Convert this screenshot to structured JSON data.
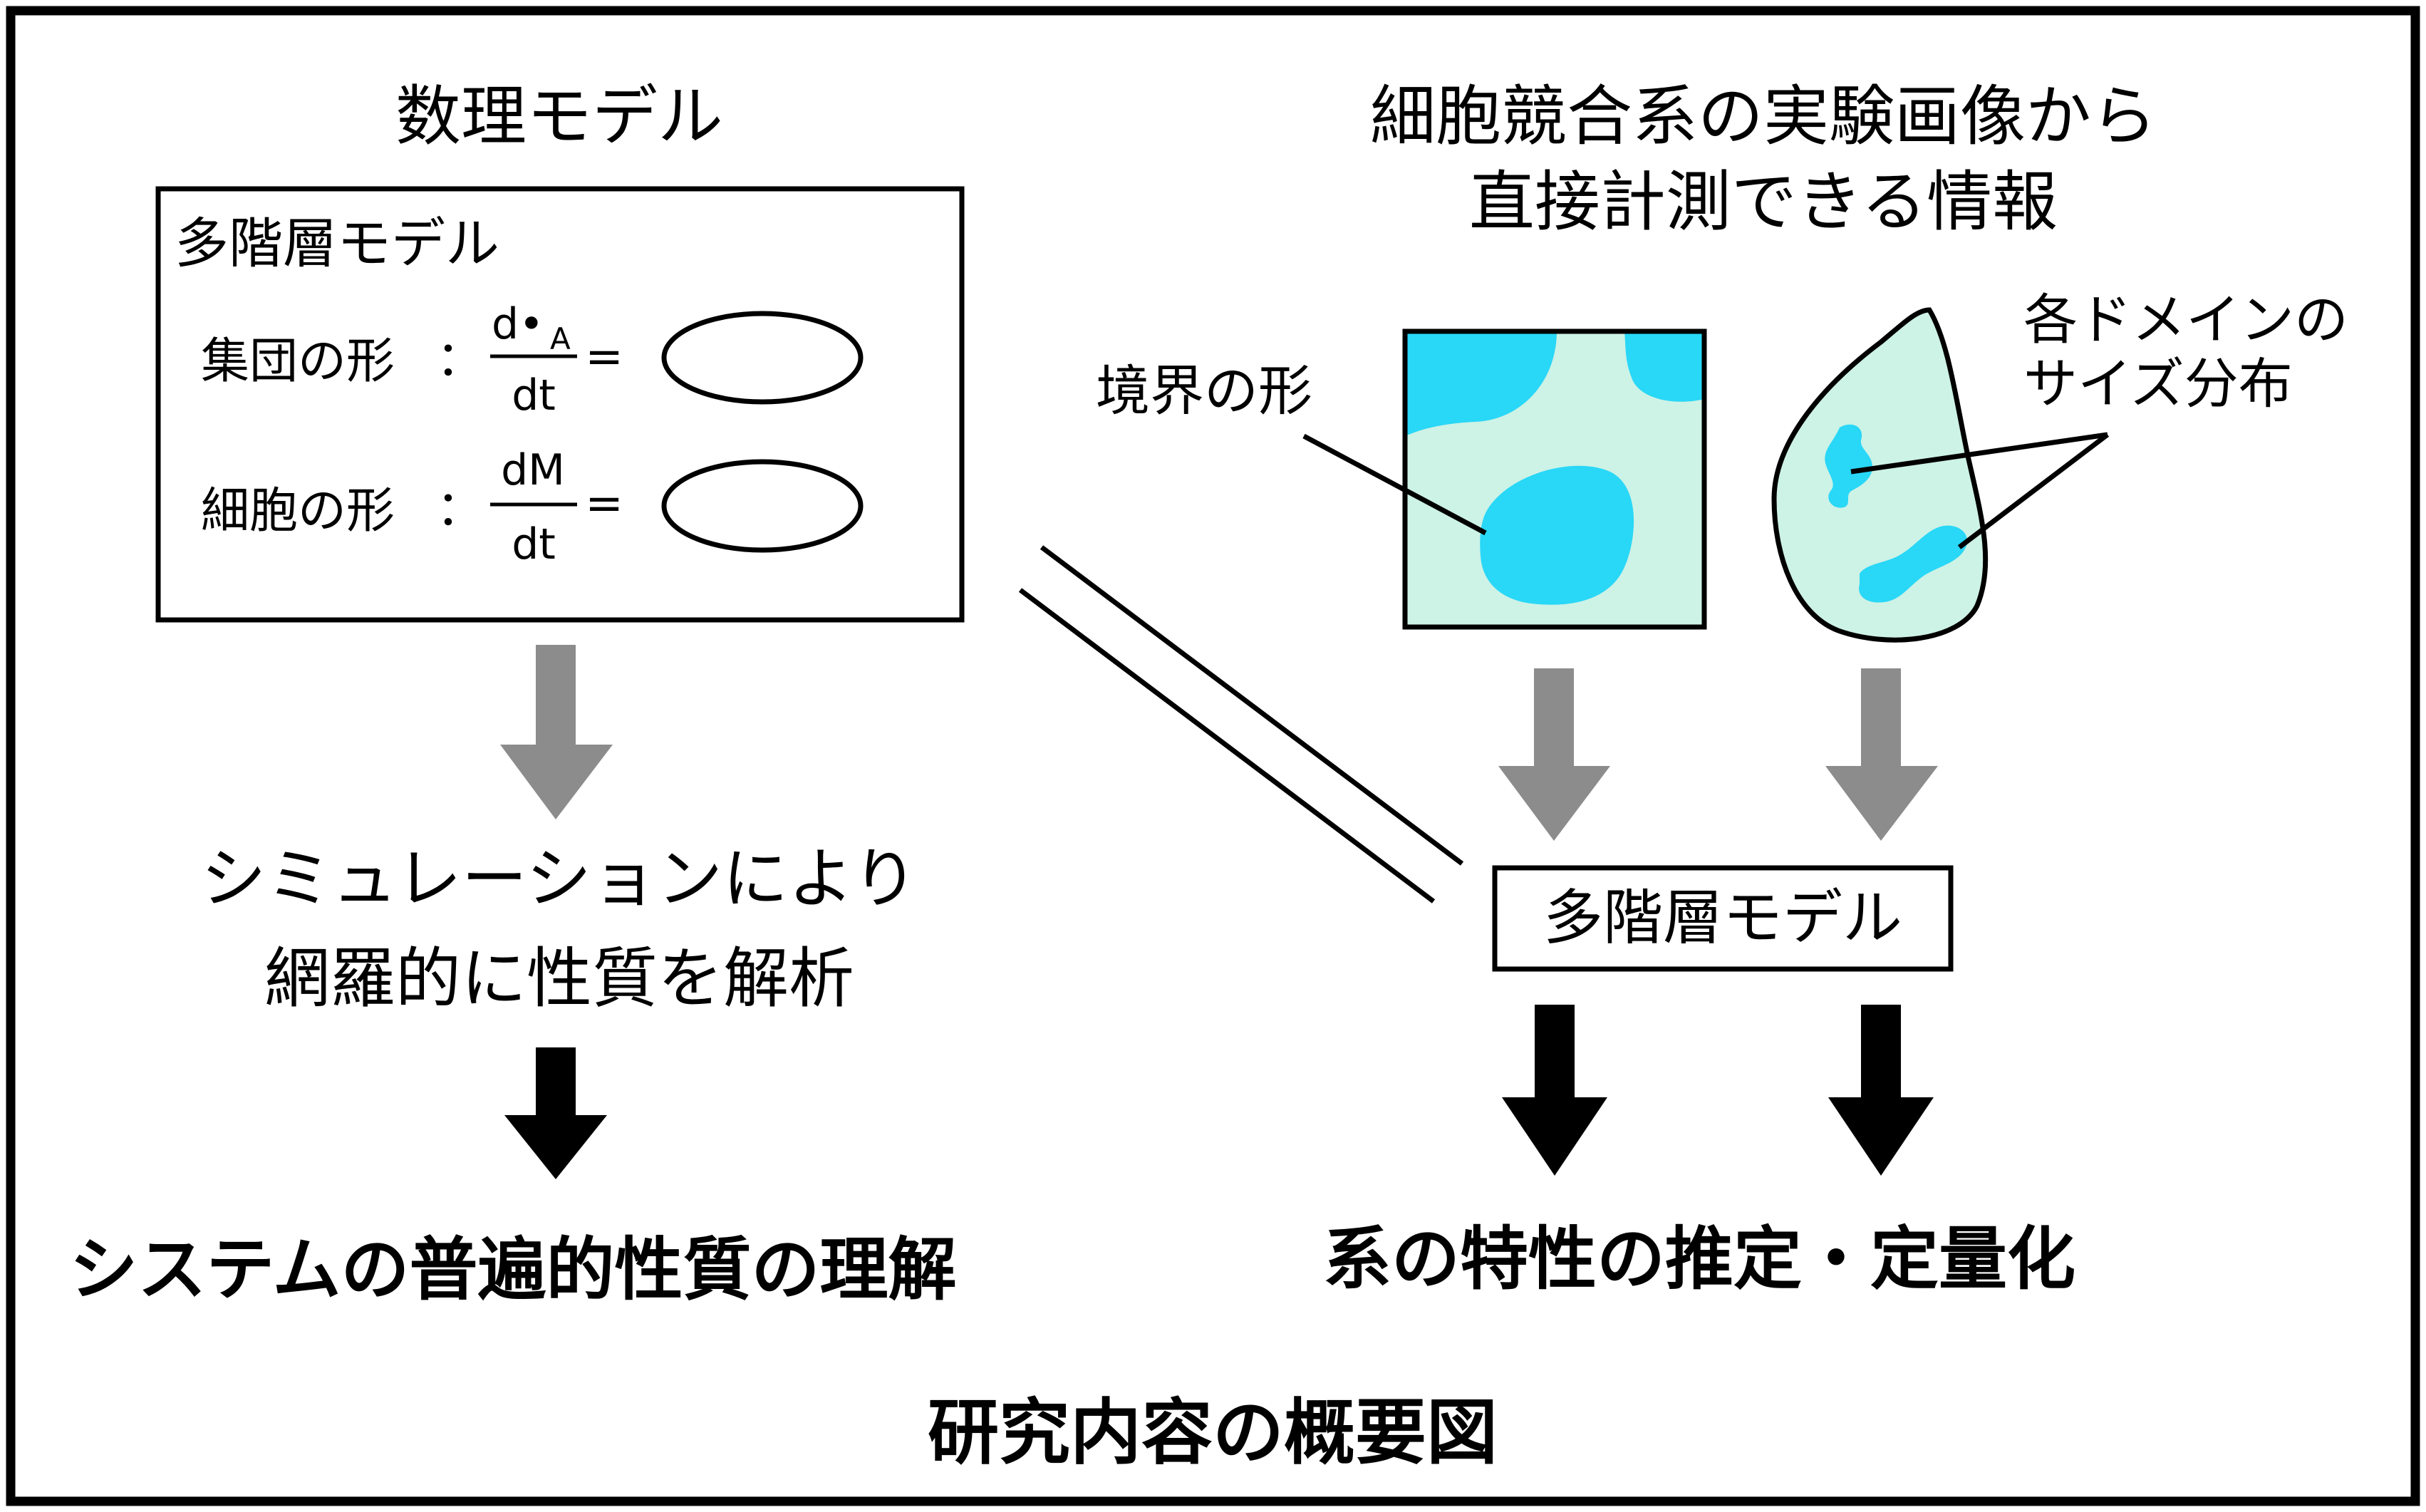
{
  "left_column": {
    "title": "数理モデル",
    "model_box": {
      "title": "多階層モデル",
      "eq1": {
        "label": "集団の形",
        "numerator": "d•",
        "numerator_sub": "A",
        "denominator": "dt",
        "equals": "="
      },
      "eq2": {
        "label": "細胞の形",
        "numerator": "dM",
        "numerator_sub": "",
        "denominator": "dt",
        "equals": "="
      },
      "colon": "："
    },
    "simulation_line1": "シミュレーションにより",
    "simulation_line2": "網羅的に性質を解析",
    "result": "システムの普遍的性質の理解"
  },
  "right_column": {
    "title_line1": "細胞競合系の実験画像から",
    "title_line2": "直接計測できる情報",
    "boundary_label": "境界の形",
    "domain_label_line1": "各ドメインの",
    "domain_label_line2": "サイズ分布",
    "model_box_label": "多階層モデル",
    "result": "系の特性の推定・定量化"
  },
  "caption": "研究内容の概要図",
  "colors": {
    "tissue_fill": "#cdf2e6",
    "domain_fill": "#29d7f7",
    "gray_arrow": "#8c8c8c",
    "black": "#000000"
  }
}
